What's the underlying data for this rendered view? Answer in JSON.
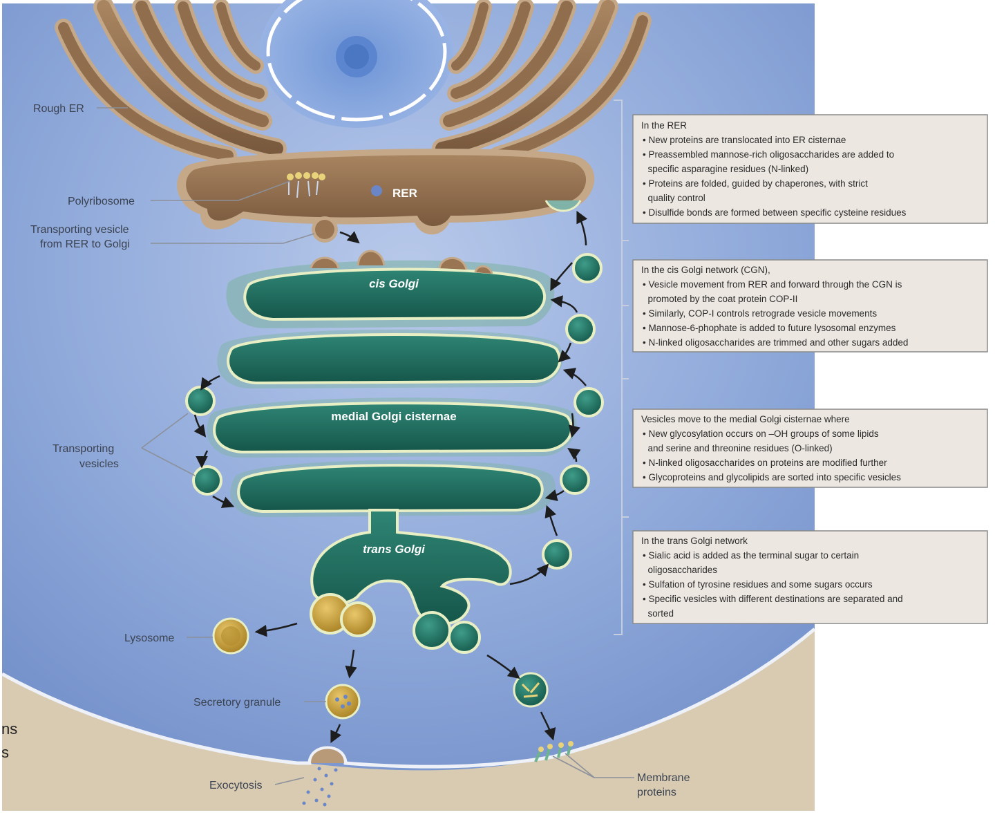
{
  "colors": {
    "cytoplasm": "#7f9bd1",
    "cytoplasm_light": "#a9bde3",
    "extracellular": "#d8cbb2",
    "er": "#8b6b4e",
    "er_light": "#b99a78",
    "golgi": "#1f6b5d",
    "golgi_edge": "#e9efc4",
    "golgi_halo": "#7fb3a7",
    "lysosome": "#c9a13b",
    "box_fill": "#ece7e1",
    "box_border": "#8a8a8a"
  },
  "organelles": {
    "rer": "RER",
    "cis": "cis Golgi",
    "medial": "medial Golgi cisternae",
    "trans": "trans Golgi"
  },
  "labels": {
    "rough_er": "Rough ER",
    "polyribosome": "Polyribosome",
    "transport_vesicle_1": "Transporting vesicle",
    "transport_vesicle_2": "from RER to Golgi",
    "transporting_1": "Transporting",
    "transporting_2": "vesicles",
    "lysosome": "Lysosome",
    "secretory": "Secretory granule",
    "exocytosis": "Exocytosis",
    "membrane_1": "Membrane",
    "membrane_2": "proteins"
  },
  "boxes": [
    {
      "title": "In the RER",
      "lines": [
        "• New proteins are translocated into ER cisternae",
        "• Preassembled mannose-rich oligosaccharides are added to",
        "  specific asparagine residues (N-linked)",
        "• Proteins are folded, guided by chaperones, with strict",
        "  quality control",
        "• Disulfide bonds are formed between specific cysteine residues"
      ]
    },
    {
      "title": "In the cis Golgi network (CGN),",
      "lines": [
        "• Vesicle movement from RER and forward through the CGN is",
        "  promoted by the coat protein COP-II",
        "• Similarly, COP-I controls retrograde vesicle movements",
        "• Mannose-6-phophate is added to future lysosomal enzymes",
        "• N-linked oligosaccharides are trimmed and other sugars added"
      ]
    },
    {
      "title": "Vesicles move to the medial Golgi cisternae where",
      "lines": [
        "• New glycosylation occurs on –OH groups of some lipids",
        "  and serine and threonine residues (O-linked)",
        "• N-linked oligosaccharides on proteins are modified further",
        "• Glycoproteins and glycolipids are sorted into specific vesicles"
      ]
    },
    {
      "title": "In the trans Golgi network",
      "lines": [
        "• Sialic acid is added as the terminal sugar to certain",
        "  oligosaccharides",
        "• Sulfation of tyrosine residues and some sugars occurs",
        "• Specific vesicles with different destinations are separated and",
        "  sorted"
      ]
    }
  ],
  "fragments": {
    "a": "ns",
    "b": "s"
  }
}
